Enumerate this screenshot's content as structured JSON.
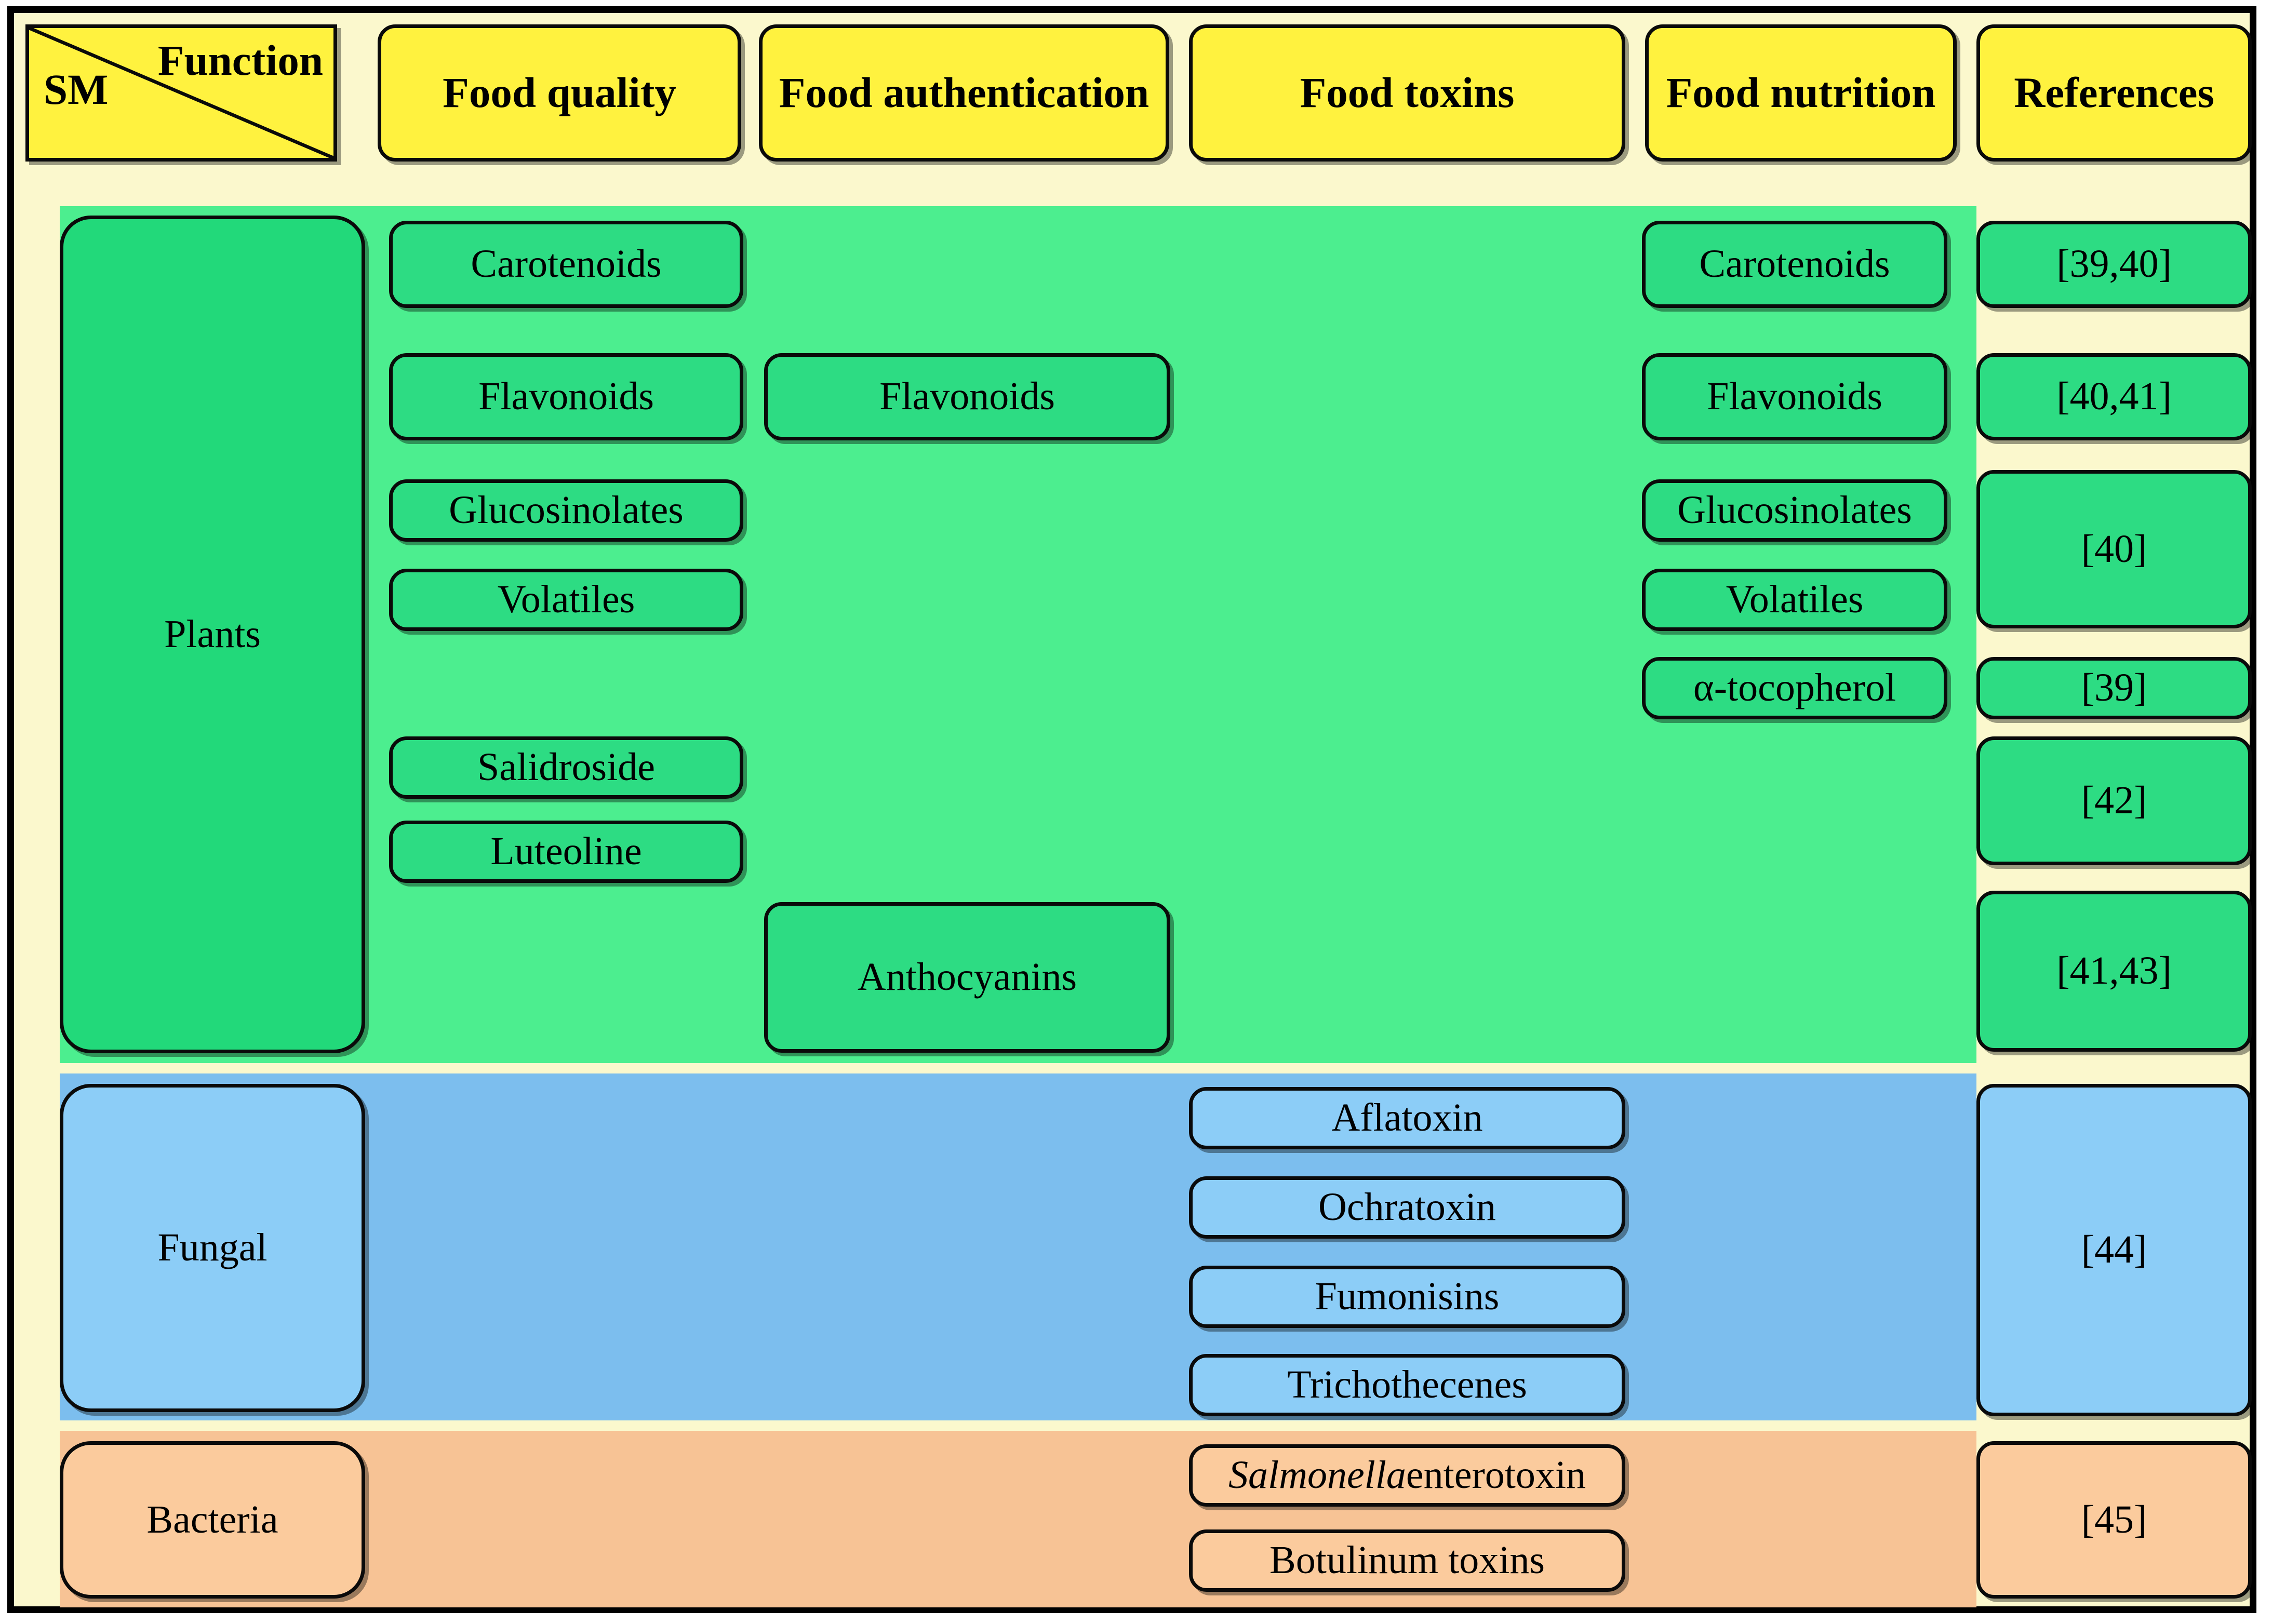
{
  "header": {
    "corner": {
      "function_label": "Function",
      "sm_label": "SM"
    },
    "columns": [
      {
        "label": "Food quality"
      },
      {
        "label": "Food authentication"
      },
      {
        "label": "Food toxins"
      },
      {
        "label": "Food nutrition"
      },
      {
        "label": "References"
      }
    ]
  },
  "rows": [
    {
      "label": "Plants",
      "color": "#22d97a",
      "band_color": "#4cee8f",
      "food_quality": [
        "Carotenoids",
        "Flavonoids",
        "Glucosinolates",
        "Volatiles",
        "Salidroside",
        "Luteoline"
      ],
      "food_authentication": [
        "Flavonoids",
        "Anthocyanins"
      ],
      "food_toxins": [],
      "food_nutrition": [
        "Carotenoids",
        "Flavonoids",
        "Glucosinolates",
        "Volatiles",
        "α-tocopherol"
      ],
      "references": [
        "[39,40]",
        "[40,41]",
        "[40]",
        "[39]",
        "[42]",
        "[41,43]"
      ]
    },
    {
      "label": "Fungal",
      "color": "#8ccdf7",
      "band_color": "#7cbeee",
      "food_quality": [],
      "food_authentication": [],
      "food_toxins": [
        "Aflatoxin",
        "Ochratoxin",
        "Fumonisins",
        "Trichothecenes"
      ],
      "food_nutrition": [],
      "references": [
        "[44]"
      ]
    },
    {
      "label": "Bacteria",
      "color": "#fbcb9d",
      "band_color": "#f7c395",
      "food_quality": [],
      "food_authentication": [],
      "food_toxins": [
        "Salmonella enterotoxin",
        "Botulinum toxins"
      ],
      "food_nutrition": [],
      "references": [
        "[45]"
      ]
    }
  ],
  "toxin_italic_prefix": "Salmonella",
  "toxin_plain_suffix": " enterotoxin",
  "colors": {
    "background": "#fbf8cd",
    "header": "#fff23f",
    "border": "#0a0a0a",
    "green_band": "#4cee8f",
    "green_box": "#2ddc83",
    "blue_band": "#7cbeee",
    "blue_box": "#8ccdf7",
    "orange_band": "#f7c395",
    "orange_box": "#fbcb9d"
  }
}
